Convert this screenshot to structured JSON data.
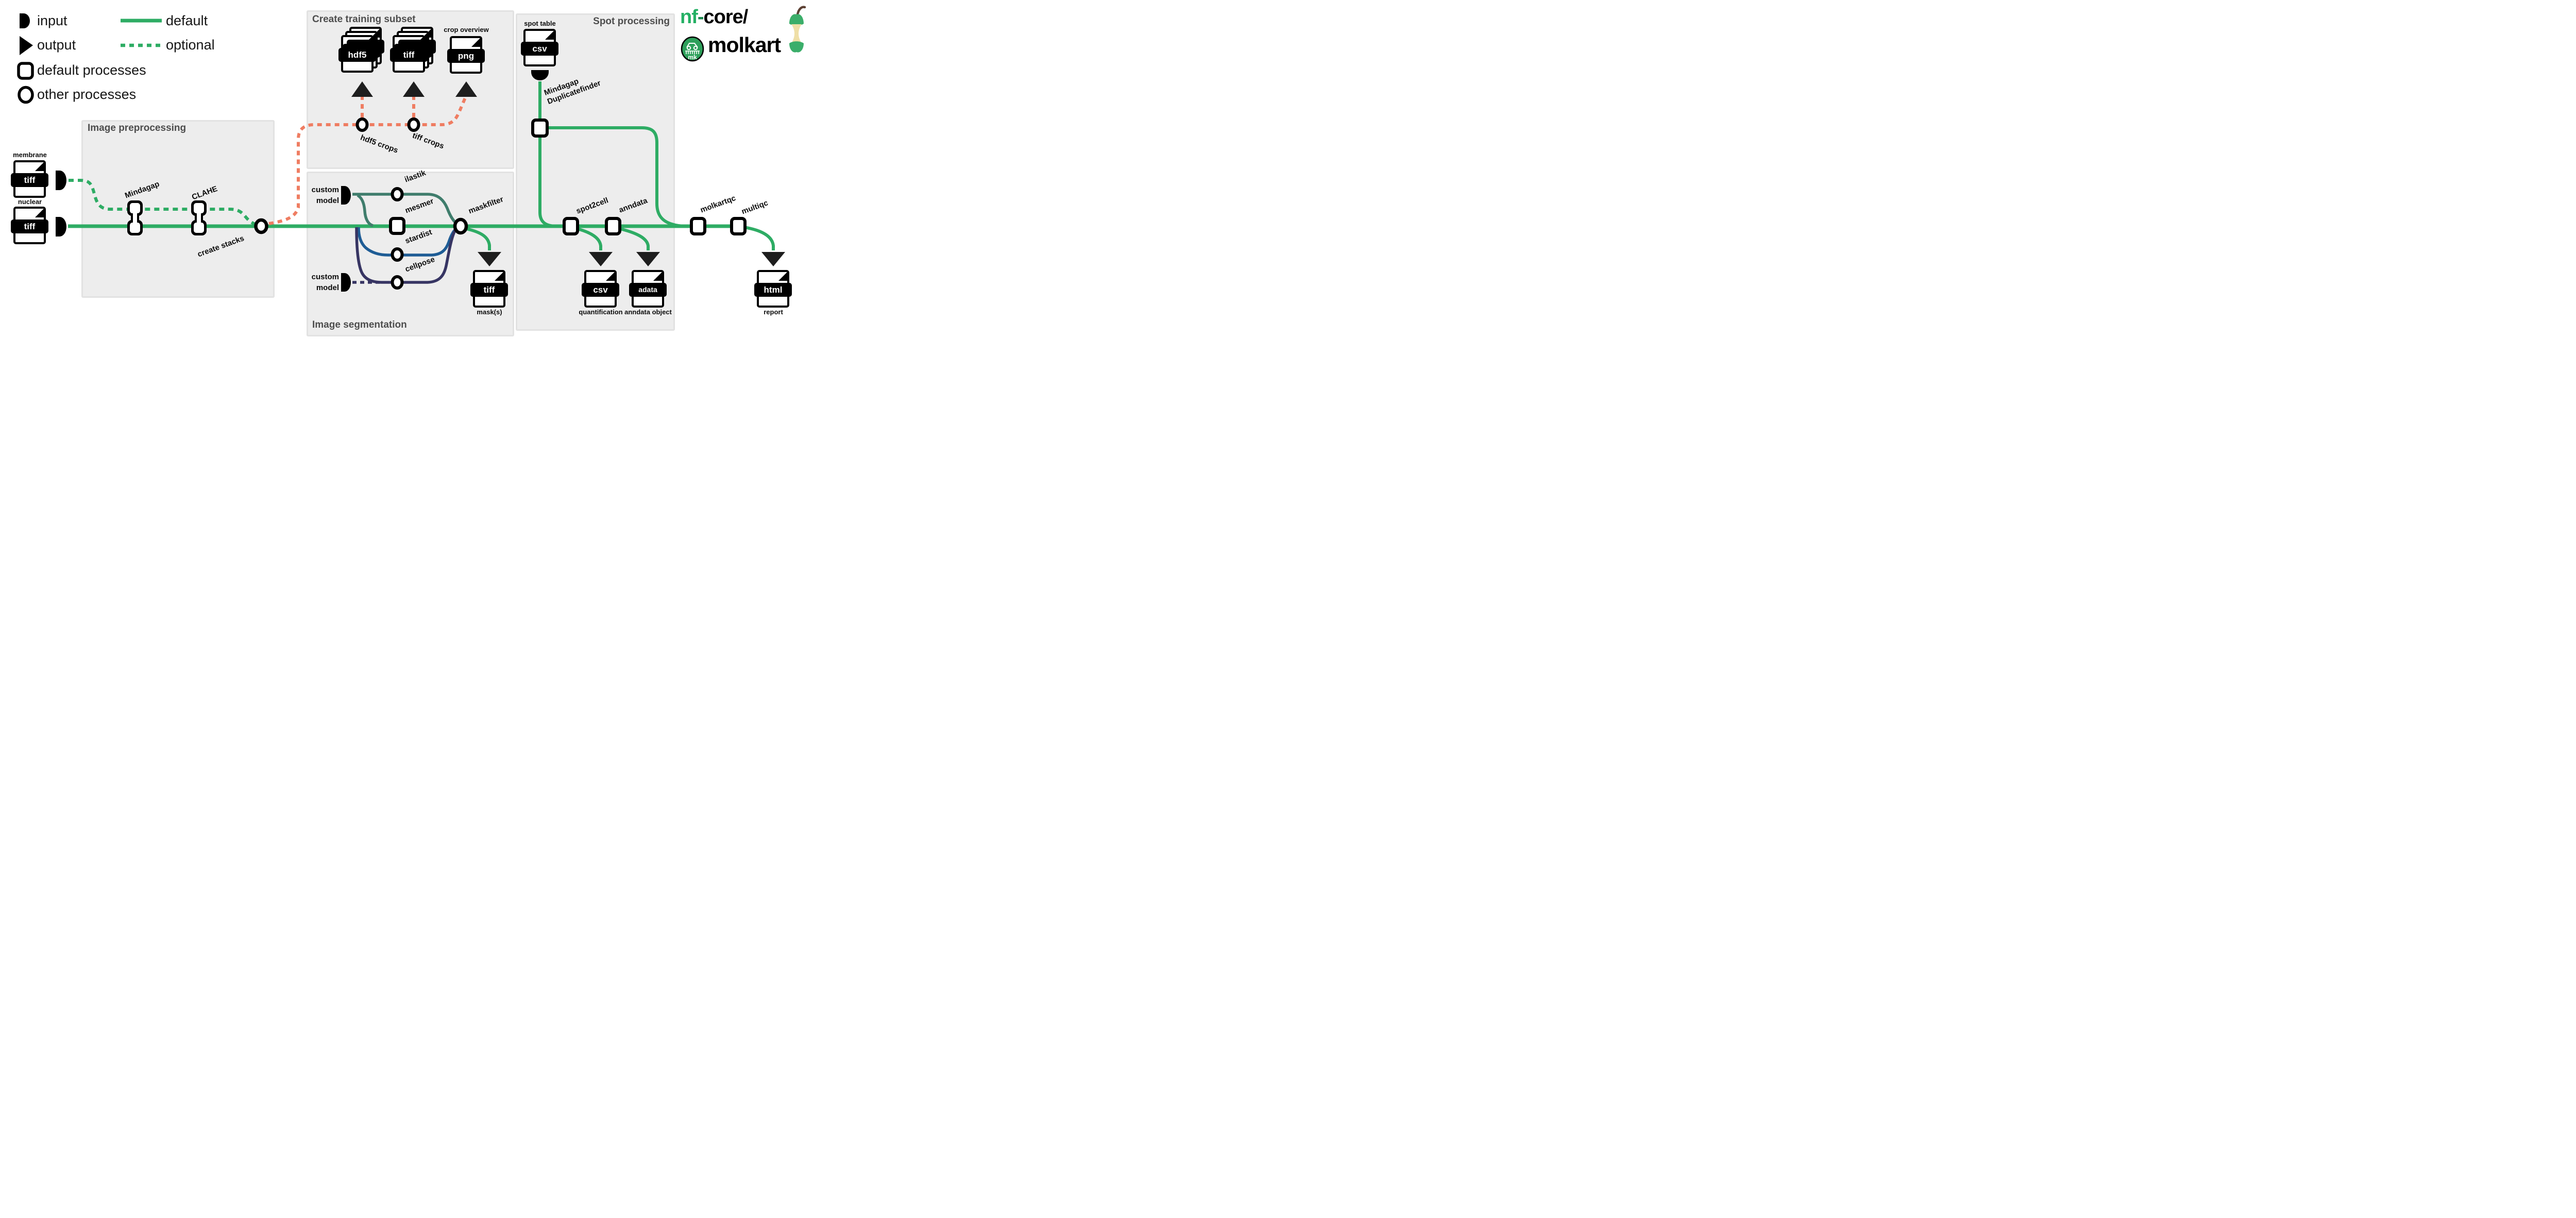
{
  "colors": {
    "green": "#2EAC64",
    "salmon": "#EF7D62",
    "teal": "#3F7D6C",
    "blue": "#1E5C95",
    "navy": "#373563",
    "arrow": "#1E1E1E",
    "panel_title": "#4D4D4D",
    "logo_green": "#24B064",
    "logo_dash": "#1A8A4F",
    "apple_cream": "#EFDFA7",
    "stem_brown": "#5C4033"
  },
  "legend": {
    "input": "input",
    "output": "output",
    "default_line": "default",
    "optional_line": "optional",
    "default_processes": "default processes",
    "other_processes": "other processes"
  },
  "panels": {
    "preprocessing": "Image preprocessing",
    "training": "Create training subset",
    "segmentation": "Image segmentation",
    "spot": "Spot processing"
  },
  "logo": {
    "nf": "nf",
    "dash": "-",
    "core": "core/",
    "app": "molkart",
    "badge": "mk"
  },
  "files": {
    "membrane": {
      "label": "membrane",
      "ext": "tiff"
    },
    "nuclear": {
      "label": "nuclear",
      "ext": "tiff"
    },
    "spot_table": {
      "label": "spot table",
      "ext": "csv"
    },
    "hdf5_crops": {
      "ext": "hdf5"
    },
    "tiff_crops": {
      "ext": "tiff"
    },
    "crop_overview": {
      "label": "crop overview",
      "ext": "png"
    },
    "masks": {
      "label": "mask(s)",
      "ext": "tiff"
    },
    "quantification": {
      "label": "quantification",
      "ext": "csv"
    },
    "anndata_object": {
      "label": "anndata object",
      "ext": "adata"
    },
    "report": {
      "label": "report",
      "ext": "html"
    }
  },
  "inputs": {
    "custom_model_top": {
      "line1": "custom",
      "line2": "model"
    },
    "custom_model_bottom": {
      "line1": "custom",
      "line2": "model"
    }
  },
  "processes": {
    "mindagap": "Mindagap",
    "clahe": "CLAHE",
    "create_stacks": "create stacks",
    "hdf5_crops": "hdf5 crops",
    "tiff_crops": "tiff crops",
    "ilastik": "ilastik",
    "mesmer": "mesmer",
    "stardist": "stardist",
    "cellpose": "cellpose",
    "maskfilter": "maskfilter",
    "duplicatefinder_line1": "Mindagap",
    "duplicatefinder_line2": "Duplicatefinder",
    "spot2cell": "spot2cell",
    "anndata": "anndata",
    "molkartqc": "molkartqc",
    "multiqc": "multiqc"
  }
}
